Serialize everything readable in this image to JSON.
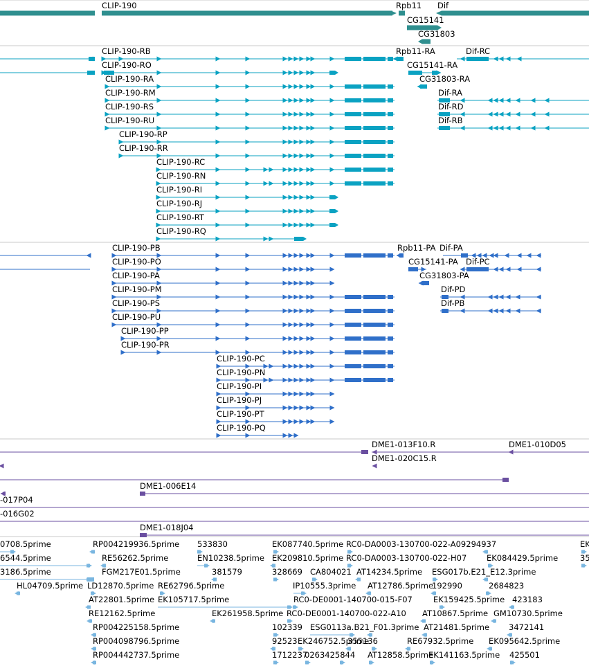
{
  "colors": {
    "gene": "#2f8f8f",
    "transcript": "#0aa2c2",
    "protein": "#2f6fc9",
    "clone": "#6a4fa0",
    "est": "#79b6e0",
    "separator": "#c8c8c8",
    "text": "#000000"
  },
  "genes": [
    {
      "label": "CLIP-190"
    },
    {
      "label": "Rpb11"
    },
    {
      "label": "Dif"
    },
    {
      "label": "CG15141"
    },
    {
      "label": "CG31803"
    }
  ],
  "transcripts": [
    {
      "label": "CLIP-190-RB"
    },
    {
      "label": "CLIP-190-RO"
    },
    {
      "label": "CLIP-190-RA"
    },
    {
      "label": "CLIP-190-RM"
    },
    {
      "label": "CLIP-190-RS"
    },
    {
      "label": "CLIP-190-RU"
    },
    {
      "label": "CLIP-190-RP"
    },
    {
      "label": "CLIP-190-RR"
    },
    {
      "label": "CLIP-190-RC"
    },
    {
      "label": "CLIP-190-RN"
    },
    {
      "label": "CLIP-190-RI"
    },
    {
      "label": "CLIP-190-RJ"
    },
    {
      "label": "CLIP-190-RT"
    },
    {
      "label": "CLIP-190-RQ"
    },
    {
      "label": "Rpb11-RA"
    },
    {
      "label": "Dif-RC"
    },
    {
      "label": "CG15141-RA"
    },
    {
      "label": "CG31803-RA"
    },
    {
      "label": "Dif-RA"
    },
    {
      "label": "Dif-RD"
    },
    {
      "label": "Dif-RB"
    }
  ],
  "proteins": [
    {
      "label": "CLIP-190-PB"
    },
    {
      "label": "CLIP-190-PO"
    },
    {
      "label": "CLIP-190-PA"
    },
    {
      "label": "CLIP-190-PM"
    },
    {
      "label": "CLIP-190-PS"
    },
    {
      "label": "CLIP-190-PU"
    },
    {
      "label": "CLIP-190-PP"
    },
    {
      "label": "CLIP-190-PR"
    },
    {
      "label": "CLIP-190-PC"
    },
    {
      "label": "CLIP-190-PN"
    },
    {
      "label": "CLIP-190-PI"
    },
    {
      "label": "CLIP-190-PJ"
    },
    {
      "label": "CLIP-190-PT"
    },
    {
      "label": "CLIP-190-PQ"
    },
    {
      "label": "Rpb11-PA"
    },
    {
      "label": "Dif-PA"
    },
    {
      "label": "CG15141-PA"
    },
    {
      "label": "Dif-PC"
    },
    {
      "label": "CG31803-PA"
    },
    {
      "label": "Dif-PD"
    },
    {
      "label": "Dif-PB"
    }
  ],
  "clones": [
    {
      "label": "DME1-013F10.R"
    },
    {
      "label": "DME1-010D05"
    },
    {
      "label": "DME1-020C15.R"
    },
    {
      "label": "DME1-006E14"
    },
    {
      "label": "-017P04"
    },
    {
      "label": "-016G02"
    },
    {
      "label": "DME1-018J04"
    }
  ],
  "ests": [
    {
      "label": "0708.5prime"
    },
    {
      "label": "RP004219936.5prime"
    },
    {
      "label": "533830"
    },
    {
      "label": "EK087740.5prime"
    },
    {
      "label": "RC0-DA0003-130700-022-A09294937"
    },
    {
      "label": "EK"
    },
    {
      "label": "6544.5prime"
    },
    {
      "label": "RE56262.5prime"
    },
    {
      "label": "EN10238.5prime"
    },
    {
      "label": "EK209810.5prime"
    },
    {
      "label": "RC0-DA0003-130700-022-H07"
    },
    {
      "label": "EK084429.5prime"
    },
    {
      "label": "35"
    },
    {
      "label": "3186.5prime"
    },
    {
      "label": "FGM217E01.5prime"
    },
    {
      "label": "381579"
    },
    {
      "label": "328669"
    },
    {
      "label": "CA804021"
    },
    {
      "label": "AT14234.5prime"
    },
    {
      "label": "ESG017b.E21_E12.3prime"
    },
    {
      "label": "HL04709.5prime"
    },
    {
      "label": "LD12870.5prime"
    },
    {
      "label": "RE62796.5prime"
    },
    {
      "label": "IP10555.3prime"
    },
    {
      "label": "AT12786.5prime"
    },
    {
      "label": "192990"
    },
    {
      "label": "2684823"
    },
    {
      "label": "AT22801.5prime"
    },
    {
      "label": "EK105717.5prime"
    },
    {
      "label": "RC0-DE0001-140700-015-F07"
    },
    {
      "label": "EK159425.5prime"
    },
    {
      "label": "423183"
    },
    {
      "label": "RE12162.5prime"
    },
    {
      "label": "EK261958.5prime"
    },
    {
      "label": "RC0-DE0001-140700-022-A10"
    },
    {
      "label": "AT10867.5prime"
    },
    {
      "label": "GM10730.5prime"
    },
    {
      "label": "RP004225158.5prime"
    },
    {
      "label": "102339"
    },
    {
      "label": "ESG0113a.B21_F01.3prime"
    },
    {
      "label": "AT21481.5prime"
    },
    {
      "label": "3472141"
    },
    {
      "label": "RP004098796.5prime"
    },
    {
      "label": "92523"
    },
    {
      "label": "EK246752.5prime"
    },
    {
      "label": "355136"
    },
    {
      "label": "RE67932.5prime"
    },
    {
      "label": "EK095642.5prime"
    },
    {
      "label": "RP004442737.5prime"
    },
    {
      "label": "1712237"
    },
    {
      "label": "0263425844"
    },
    {
      "label": "AT12858.5prime"
    },
    {
      "label": "EK141163.5prime"
    },
    {
      "label": "425501"
    }
  ]
}
